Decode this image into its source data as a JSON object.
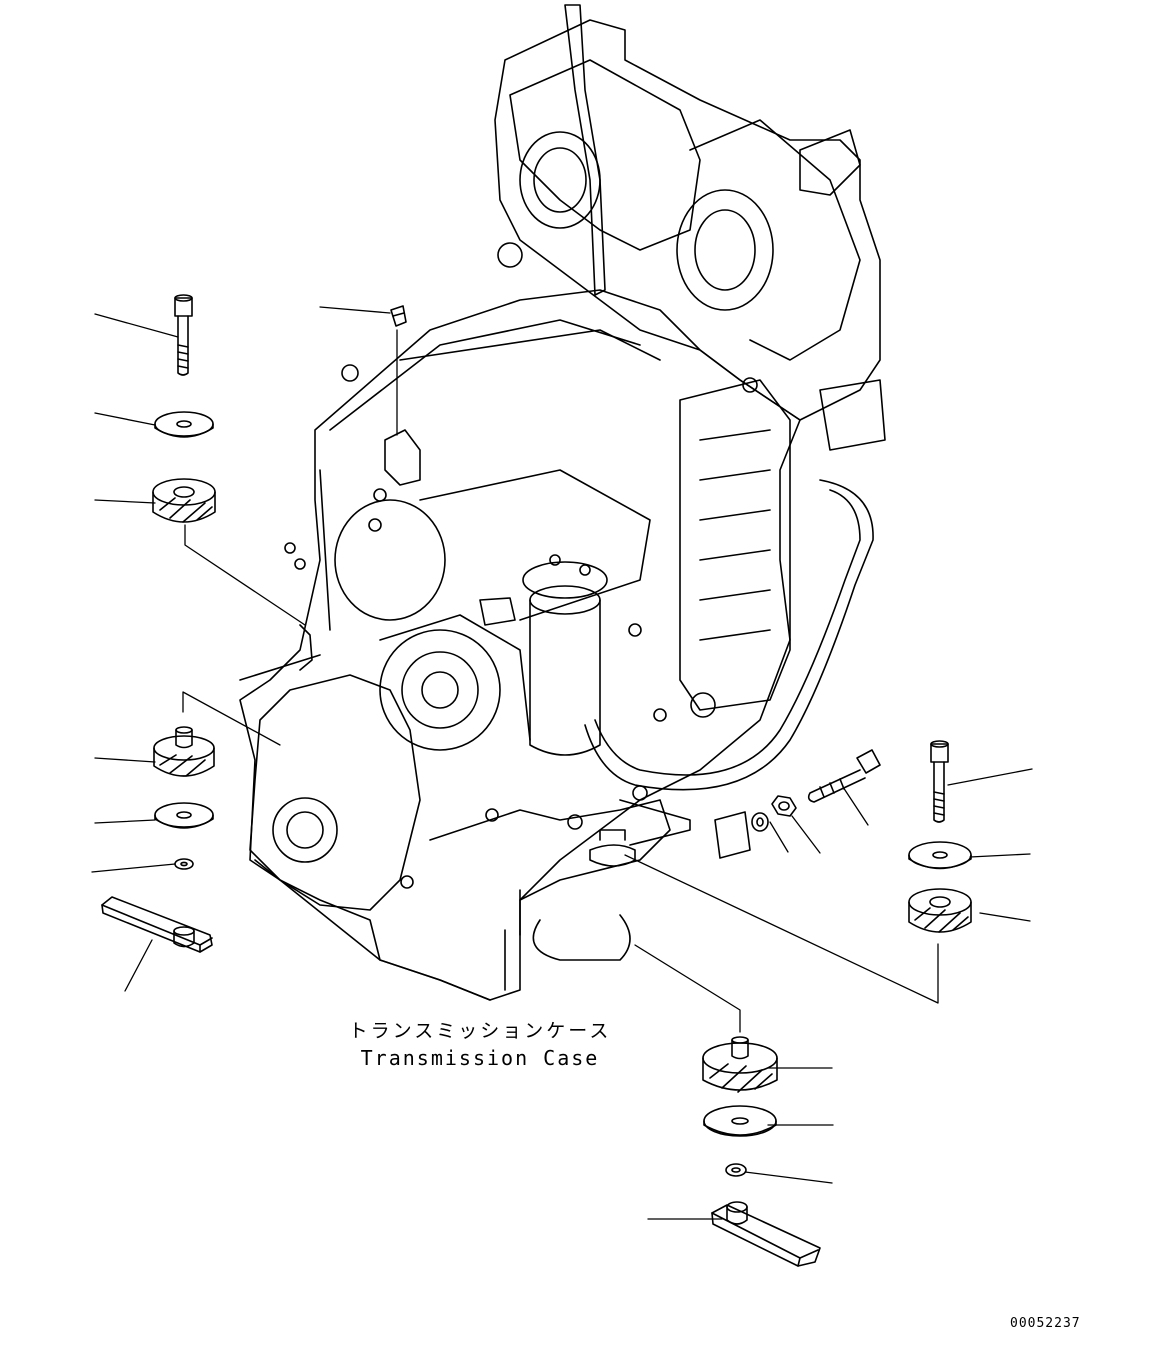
{
  "diagram": {
    "part_label_jp": "トランスミッションケース",
    "part_label_en": "Transmission Case",
    "figure_id": "00052237"
  }
}
